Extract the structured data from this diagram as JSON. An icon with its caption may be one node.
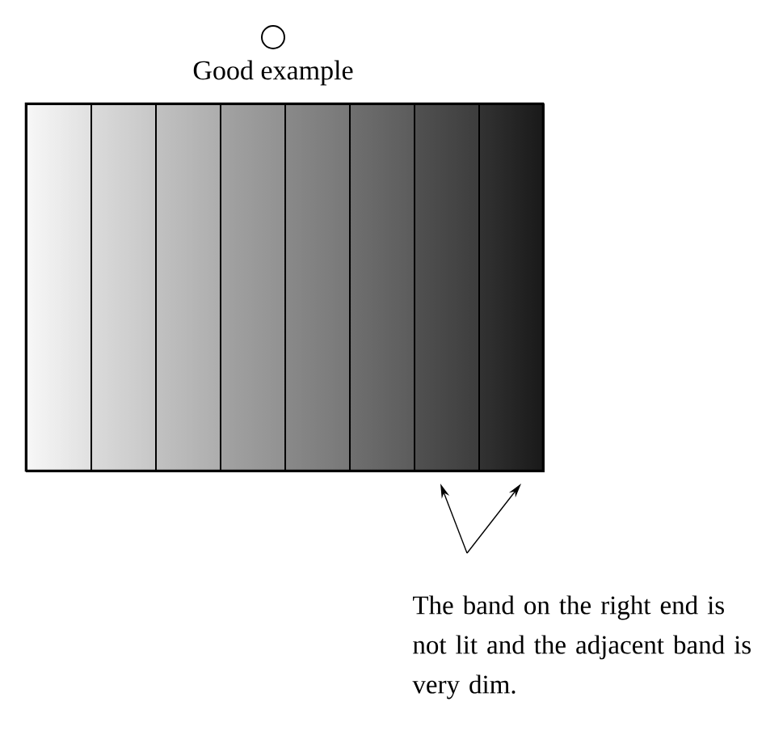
{
  "diagram": {
    "title": "Good example",
    "nodes": [
      {
        "text": [],
        "shape": "bar"
      },
      {
        "text": [],
        "shape": "bar"
      },
      {
        "text": [],
        "shape": "bar"
      },
      {
        "text": [],
        "shape": "bar"
      },
      {
        "text": [],
        "shape": "bar"
      },
      {
        "text": [],
        "shape": "bar"
      },
      {
        "text": [],
        "shape": "bar"
      },
      {
        "text": [],
        "shape": "bar"
      },
      {
        "text": [
          "The band on the right end is not lit and the adjacent band is very dim."
        ]
      }
    ],
    "edges": [
      {
        "from": 8,
        "to": 6,
        "arrow": "to"
      },
      {
        "from": 8,
        "to": 7,
        "arrow": "to"
      }
    ]
  }
}
